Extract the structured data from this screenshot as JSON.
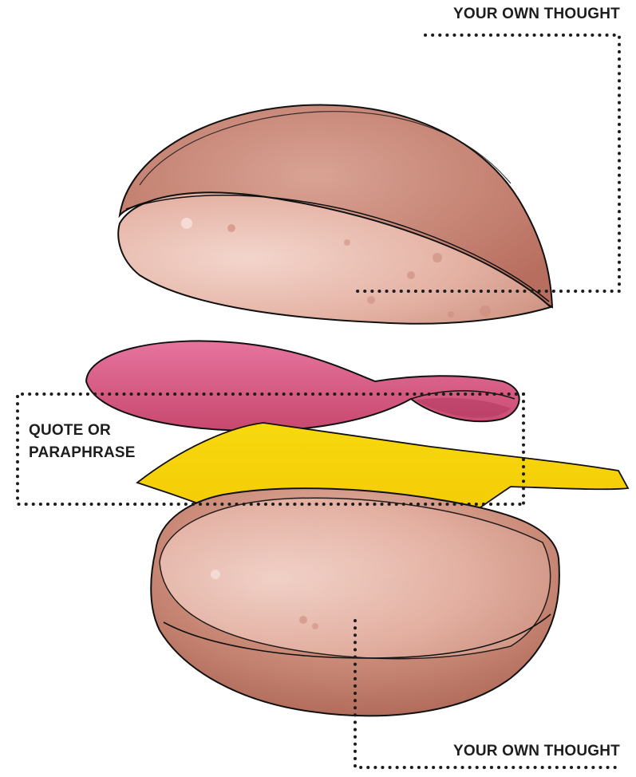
{
  "labels": {
    "top": "YOUR OWN THOUGHT",
    "middle_line1": "QUOTE OR",
    "middle_line2": "PARAPHRASE",
    "bottom": "YOUR OWN THOUGHT"
  },
  "colors": {
    "bun": "#cf8e7f",
    "bun_cut": "#e7b7aa",
    "meat": "#d85a86",
    "cheese": "#f5d20c",
    "outline": "#111111",
    "dots": "#1d1d1d"
  }
}
